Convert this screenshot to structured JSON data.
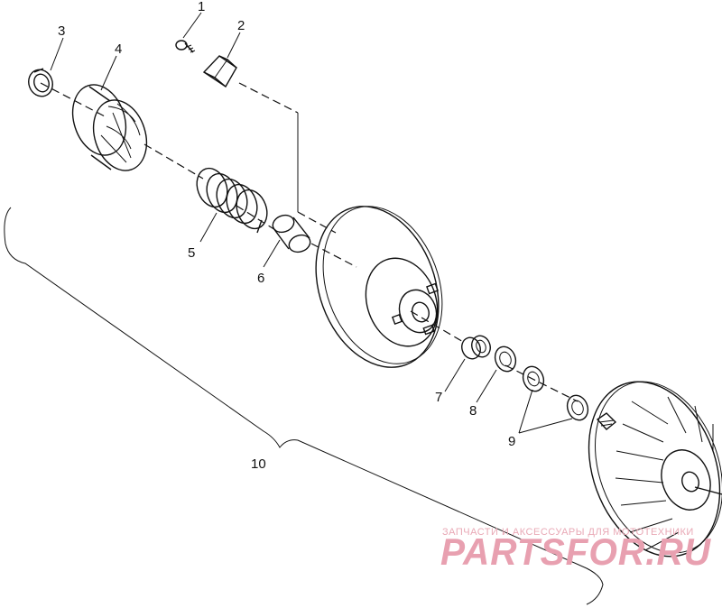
{
  "diagram": {
    "callouts": [
      {
        "id": "1",
        "label": "1"
      },
      {
        "id": "2",
        "label": "2"
      },
      {
        "id": "3",
        "label": "3"
      },
      {
        "id": "4",
        "label": "4"
      },
      {
        "id": "5",
        "label": "5"
      },
      {
        "id": "6",
        "label": "6"
      },
      {
        "id": "7",
        "label": "7"
      },
      {
        "id": "8",
        "label": "8"
      },
      {
        "id": "9",
        "label": "9"
      },
      {
        "id": "10",
        "label": "10"
      }
    ]
  },
  "watermark": {
    "tagline": "ЗАПЧАСТИ И АКСЕССУАРЫ ДЛЯ МОТОТЕХНИКИ",
    "logo": "PARTSFOR.RU",
    "color": "#e8a0b0"
  }
}
